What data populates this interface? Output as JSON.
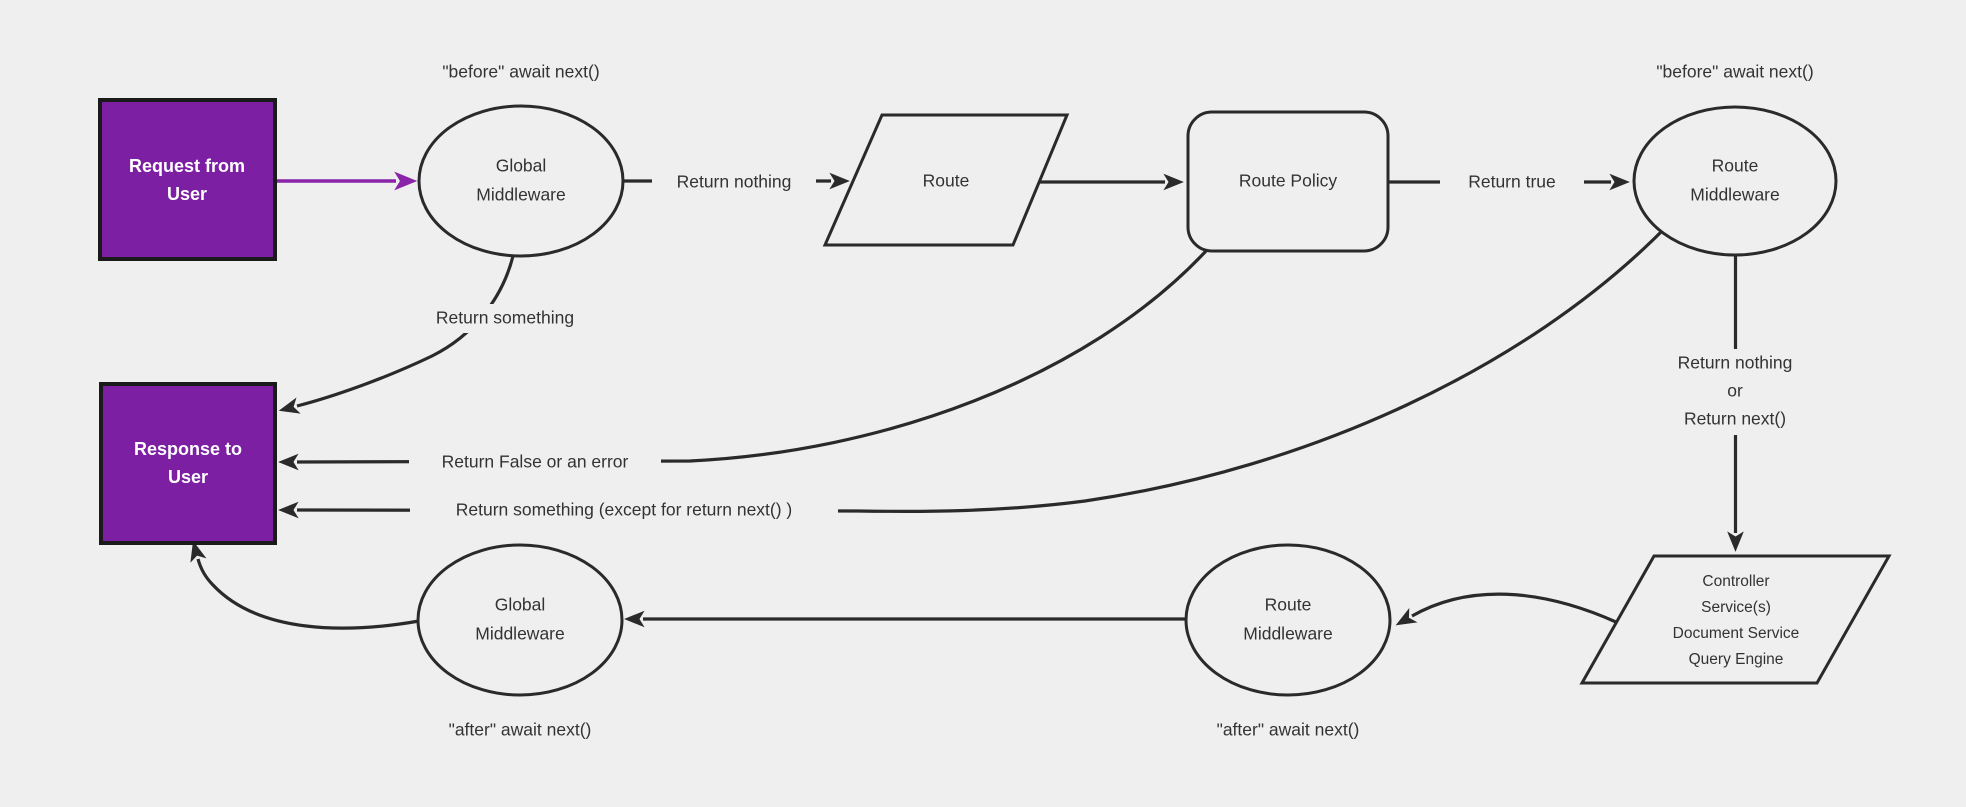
{
  "colors": {
    "background": "#efefef",
    "node_fill": "#efefef",
    "stroke": "#2a2a2a",
    "dark_stroke": "#1a1a1a",
    "purple_fill": "#7c1fa2",
    "arrow_purple": "#8a24a8",
    "text": "#333333",
    "text_on_purple": "#ffffff"
  },
  "nodes": {
    "request": {
      "line1": "Request from",
      "line2": "User"
    },
    "global_middleware_top": {
      "line1": "Global",
      "line2": "Middleware"
    },
    "route": {
      "label": "Route"
    },
    "route_policy": {
      "label": "Route Policy"
    },
    "route_middleware_top": {
      "line1": "Route",
      "line2": "Middleware"
    },
    "controller": {
      "line1": "Controller",
      "line2": "Service(s)",
      "line3": "Document Service",
      "line4": "Query Engine"
    },
    "route_middleware_bottom": {
      "line1": "Route",
      "line2": "Middleware"
    },
    "global_middleware_bottom": {
      "line1": "Global",
      "line2": "Middleware"
    },
    "response": {
      "line1": "Response to",
      "line2": "User"
    }
  },
  "edge_labels": {
    "return_nothing": "Return nothing",
    "return_true": "Return true",
    "return_nothing_or": {
      "line1": "Return nothing",
      "line2": "or",
      "line3": "Return next()"
    },
    "return_something": "Return something",
    "return_false_or_error": "Return False or an error",
    "return_something_except": "Return something (except for return next() )"
  },
  "annotations": {
    "before_await_next_left": "\"before\" await next()",
    "before_await_next_right": "\"before\" await next()",
    "after_await_next_left": "\"after\" await next()",
    "after_await_next_right": "\"after\" await next()"
  }
}
